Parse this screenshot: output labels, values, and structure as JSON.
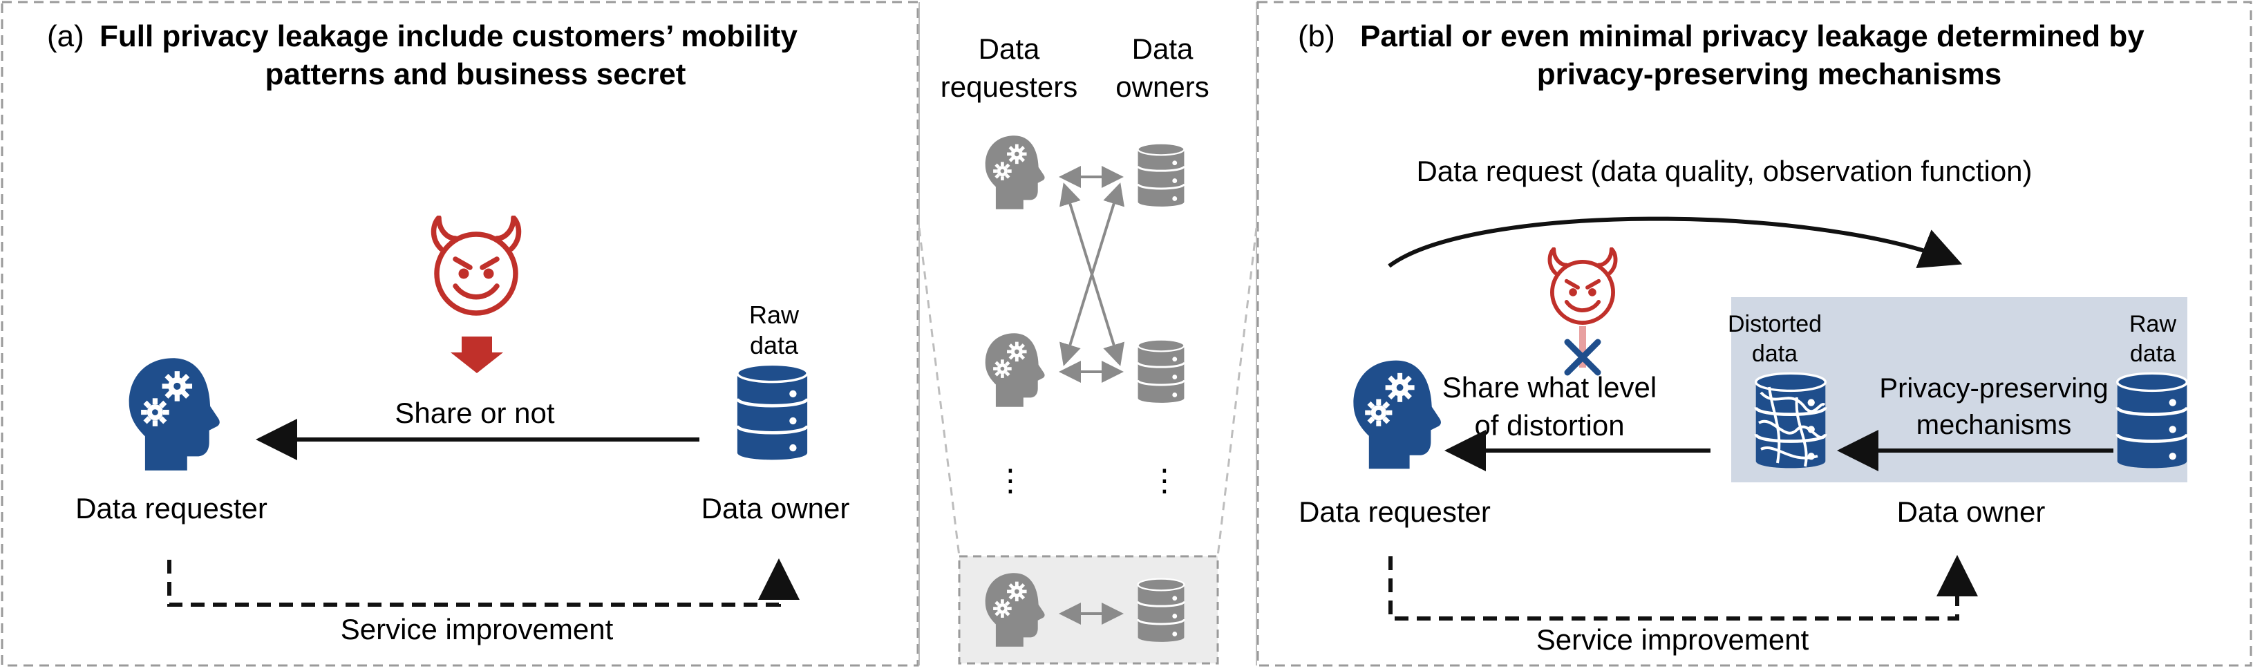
{
  "panel_a": {
    "tag": "(a)",
    "title_line1": "Full privacy leakage include customers’ mobility",
    "title_line2": "patterns and business secret",
    "raw_data_line1": "Raw",
    "raw_data_line2": "data",
    "arrow_label": "Share or not",
    "requester_label": "Data requester",
    "owner_label": "Data owner",
    "service_label": "Service improvement"
  },
  "panel_mid": {
    "requesters_line1": "Data",
    "requesters_line2": "requesters",
    "owners_line1": "Data",
    "owners_line2": "owners",
    "ellipsis": "⋮"
  },
  "panel_b": {
    "tag": "(b)",
    "title_line1": "Partial or even minimal privacy leakage determined by",
    "title_line2": "privacy-preserving mechanisms",
    "request_label": "Data request (data quality, observation function)",
    "distorted_line1": "Distorted",
    "distorted_line2": "data",
    "raw_line1": "Raw",
    "raw_line2": "data",
    "share_line1": "Share what level",
    "share_line2": "of distortion",
    "mech_line1": "Privacy-preserving",
    "mech_line2": "mechanisms",
    "requester_label": "Data requester",
    "owner_label": "Data owner",
    "service_label": "Service improvement"
  },
  "colors": {
    "requester_blue": "#1f4e8c",
    "owner_blue": "#1f4e8c",
    "devil_red": "#c0302a",
    "icon_gray": "#8a8a8a",
    "mechanism_box": "#d0d8e4",
    "focus_box": "#ececec"
  },
  "icons": {
    "requester": "head-gears-icon",
    "owner": "database-icon",
    "attacker": "devil-icon",
    "blocked": "cross-icon"
  }
}
